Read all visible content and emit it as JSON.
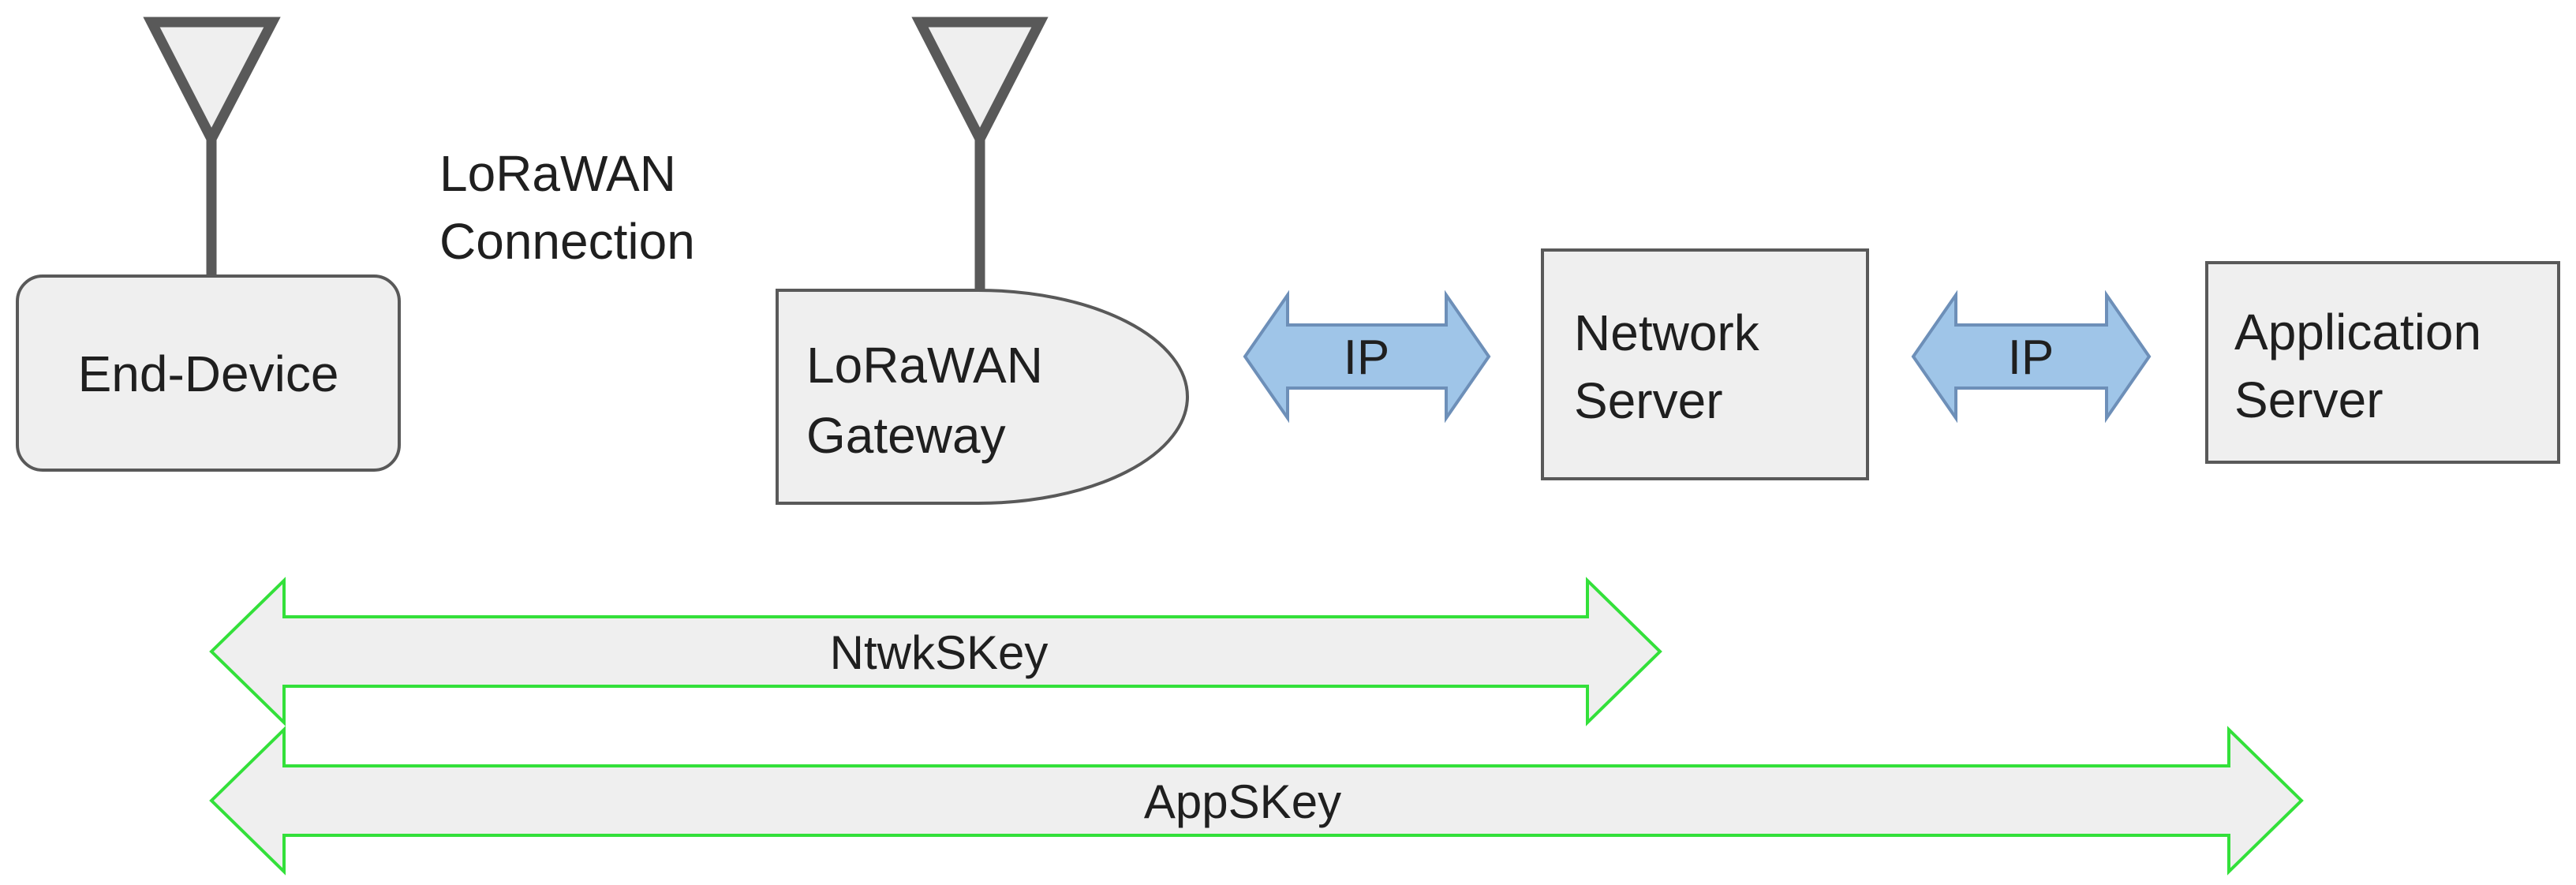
{
  "nodes": {
    "end_device": {
      "label": "End-Device"
    },
    "gateway": {
      "label_line1": "LoRaWAN",
      "label_line2": "Gateway"
    },
    "network_server": {
      "label_line1": "Network",
      "label_line2": "Server"
    },
    "application_server": {
      "label_line1": "Application",
      "label_line2": "Server"
    }
  },
  "connection_label": {
    "line1": "LoRaWAN",
    "line2": "Connection"
  },
  "ip_links": [
    {
      "label": "IP",
      "from": "LoRaWAN Gateway",
      "to": "Network Server"
    },
    {
      "label": "IP",
      "from": "Network Server",
      "to": "Application Server"
    }
  ],
  "keys": [
    {
      "label": "NtwkSKey",
      "from": "End-Device",
      "to": "Network Server"
    },
    {
      "label": "AppSKey",
      "from": "End-Device",
      "to": "Application Server"
    }
  ],
  "icons": {
    "end_device_antenna": "antenna-icon",
    "gateway_antenna": "antenna-icon"
  },
  "colors": {
    "node_fill": "#efefef",
    "node_stroke": "#595959",
    "antenna": "#595959",
    "ip_fill": "#9fc5e8",
    "ip_stroke": "#6d8fb8",
    "key_fill": "#efefef",
    "key_stroke": "#33e03a",
    "text": "#1f1f1f"
  }
}
